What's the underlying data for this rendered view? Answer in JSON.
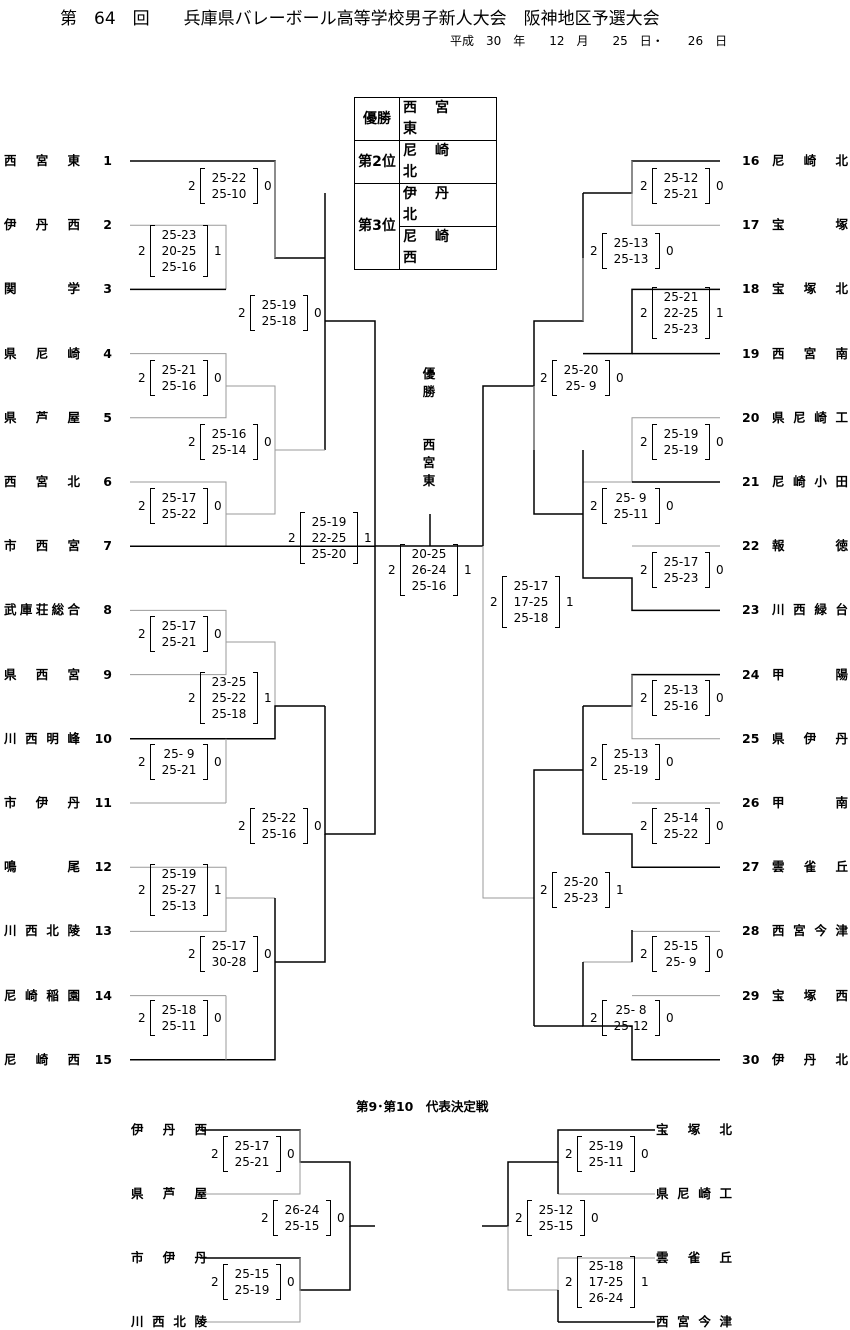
{
  "title": "第　64　回　　兵庫県バレーボール高等学校男子新人大会　阪神地区予選大会",
  "date": "平成　30　年　　12　月　　25　日・　　26　日",
  "results": [
    {
      "label": "優勝",
      "value": "西宮東"
    },
    {
      "label": "第2位",
      "value": "尼崎北"
    },
    {
      "label": "第3位",
      "value": "伊丹北"
    },
    {
      "label": "",
      "value": "尼崎西"
    }
  ],
  "champion_label": "優勝",
  "champion": "西宮東",
  "left_teams": [
    {
      "name": "西宮東",
      "num": "1"
    },
    {
      "name": "伊丹西",
      "num": "2"
    },
    {
      "name": "関学",
      "num": "3"
    },
    {
      "name": "県尼崎",
      "num": "4"
    },
    {
      "name": "県芦屋",
      "num": "5"
    },
    {
      "name": "西宮北",
      "num": "6"
    },
    {
      "name": "市西宮",
      "num": "7"
    },
    {
      "name": "武庫荘総合",
      "num": "8"
    },
    {
      "name": "県西宮",
      "num": "9"
    },
    {
      "name": "川西明峰",
      "num": "10"
    },
    {
      "name": "市伊丹",
      "num": "11"
    },
    {
      "name": "鳴尾",
      "num": "12"
    },
    {
      "name": "川西北陵",
      "num": "13"
    },
    {
      "name": "尼崎稲園",
      "num": "14"
    },
    {
      "name": "尼崎西",
      "num": "15"
    }
  ],
  "right_teams": [
    {
      "name": "尼崎北",
      "num": "16"
    },
    {
      "name": "宝塚",
      "num": "17"
    },
    {
      "name": "宝塚北",
      "num": "18"
    },
    {
      "name": "西宮南",
      "num": "19"
    },
    {
      "name": "県尼崎工",
      "num": "20"
    },
    {
      "name": "尼崎小田",
      "num": "21"
    },
    {
      "name": "報徳",
      "num": "22"
    },
    {
      "name": "川西緑台",
      "num": "23"
    },
    {
      "name": "甲陽",
      "num": "24"
    },
    {
      "name": "県伊丹",
      "num": "25"
    },
    {
      "name": "甲南",
      "num": "26"
    },
    {
      "name": "雲雀丘",
      "num": "27"
    },
    {
      "name": "西宮今津",
      "num": "28"
    },
    {
      "name": "宝塚西",
      "num": "29"
    },
    {
      "name": "伊丹北",
      "num": "30"
    }
  ],
  "scores": [
    {
      "l": "2",
      "s": [
        "25-22",
        "25-10"
      ],
      "r": "0"
    },
    {
      "l": "2",
      "s": [
        "25-23",
        "20-25",
        "25-16"
      ],
      "r": "1"
    },
    {
      "l": "2",
      "s": [
        "25-19",
        "25-18"
      ],
      "r": "0"
    },
    {
      "l": "2",
      "s": [
        "25-21",
        "25-16"
      ],
      "r": "0"
    },
    {
      "l": "2",
      "s": [
        "25-16",
        "25-14"
      ],
      "r": "0"
    },
    {
      "l": "2",
      "s": [
        "25-17",
        "25-22"
      ],
      "r": "0"
    },
    {
      "l": "2",
      "s": [
        "25-19",
        "22-25",
        "25-20"
      ],
      "r": "1"
    },
    {
      "l": "2",
      "s": [
        "25-17",
        "25-21"
      ],
      "r": "0"
    },
    {
      "l": "2",
      "s": [
        "23-25",
        "25-22",
        "25-18"
      ],
      "r": "1"
    },
    {
      "l": "2",
      "s": [
        "25- 9",
        "25-21"
      ],
      "r": "0"
    },
    {
      "l": "2",
      "s": [
        "25-22",
        "25-16"
      ],
      "r": "0"
    },
    {
      "l": "2",
      "s": [
        "25-19",
        "25-27",
        "25-13"
      ],
      "r": "1"
    },
    {
      "l": "2",
      "s": [
        "25-17",
        "30-28"
      ],
      "r": "0"
    },
    {
      "l": "2",
      "s": [
        "25-18",
        "25-11"
      ],
      "r": "0"
    },
    {
      "l": "2",
      "s": [
        "20-25",
        "26-24",
        "25-16"
      ],
      "r": "1"
    },
    {
      "l": "2",
      "s": [
        "25-12",
        "25-21"
      ],
      "r": "0"
    },
    {
      "l": "2",
      "s": [
        "25-13",
        "25-13"
      ],
      "r": "0"
    },
    {
      "l": "2",
      "s": [
        "25-21",
        "22-25",
        "25-23"
      ],
      "r": "1"
    },
    {
      "l": "2",
      "s": [
        "25-20",
        "25- 9"
      ],
      "r": "0"
    },
    {
      "l": "2",
      "s": [
        "25-19",
        "25-19"
      ],
      "r": "0"
    },
    {
      "l": "2",
      "s": [
        "25- 9",
        "25-11"
      ],
      "r": "0"
    },
    {
      "l": "2",
      "s": [
        "25-17",
        "25-23"
      ],
      "r": "0"
    },
    {
      "l": "2",
      "s": [
        "25-17",
        "17-25",
        "25-18"
      ],
      "r": "1"
    },
    {
      "l": "2",
      "s": [
        "25-13",
        "25-16"
      ],
      "r": "0"
    },
    {
      "l": "2",
      "s": [
        "25-13",
        "25-19"
      ],
      "r": "0"
    },
    {
      "l": "2",
      "s": [
        "25-14",
        "25-22"
      ],
      "r": "0"
    },
    {
      "l": "2",
      "s": [
        "25-20",
        "25-23"
      ],
      "r": "1"
    },
    {
      "l": "2",
      "s": [
        "25-15",
        "25- 9"
      ],
      "r": "0"
    },
    {
      "l": "2",
      "s": [
        "25- 8",
        "25-12"
      ],
      "r": "0"
    },
    {
      "l": "2",
      "s": [
        "25-17",
        "25-21"
      ],
      "r": "0"
    },
    {
      "l": "2",
      "s": [
        "26-24",
        "25-15"
      ],
      "r": "0"
    },
    {
      "l": "2",
      "s": [
        "25-15",
        "25-19"
      ],
      "r": "0"
    },
    {
      "l": "2",
      "s": [
        "25-19",
        "25-11"
      ],
      "r": "0"
    },
    {
      "l": "2",
      "s": [
        "25-12",
        "25-15"
      ],
      "r": "0"
    },
    {
      "l": "2",
      "s": [
        "25-18",
        "17-25",
        "26-24"
      ],
      "r": "1"
    }
  ],
  "sub_title": "第9･第10　代表決定戦",
  "sub_left": [
    "伊丹西",
    "県芦屋",
    "市伊丹",
    "川西北陵"
  ],
  "sub_right": [
    "宝塚北",
    "県尼崎工",
    "雲雀丘",
    "西宮今津"
  ]
}
